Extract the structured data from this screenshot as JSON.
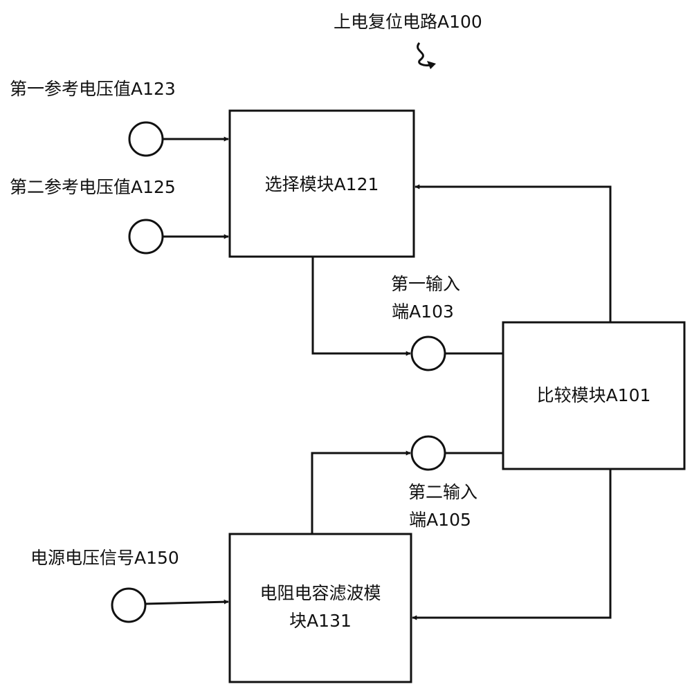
{
  "title": "上电复位电路A100",
  "inputs": {
    "ref1": "第一参考电压值A123",
    "ref2": "第二参考电压值A125",
    "power": "电源电压信号A150"
  },
  "modules": {
    "select": "选择模块A121",
    "compare": "比较模块A101",
    "rc_filter_line1": "电阻电容滤波模",
    "rc_filter_line2": "块A131"
  },
  "ports": {
    "in1_line1": "第一输入",
    "in1_line2": "端A103",
    "in2_line1": "第二输入",
    "in2_line2": "端A105"
  },
  "colors": {
    "stroke": "#111111",
    "background": "#ffffff"
  }
}
